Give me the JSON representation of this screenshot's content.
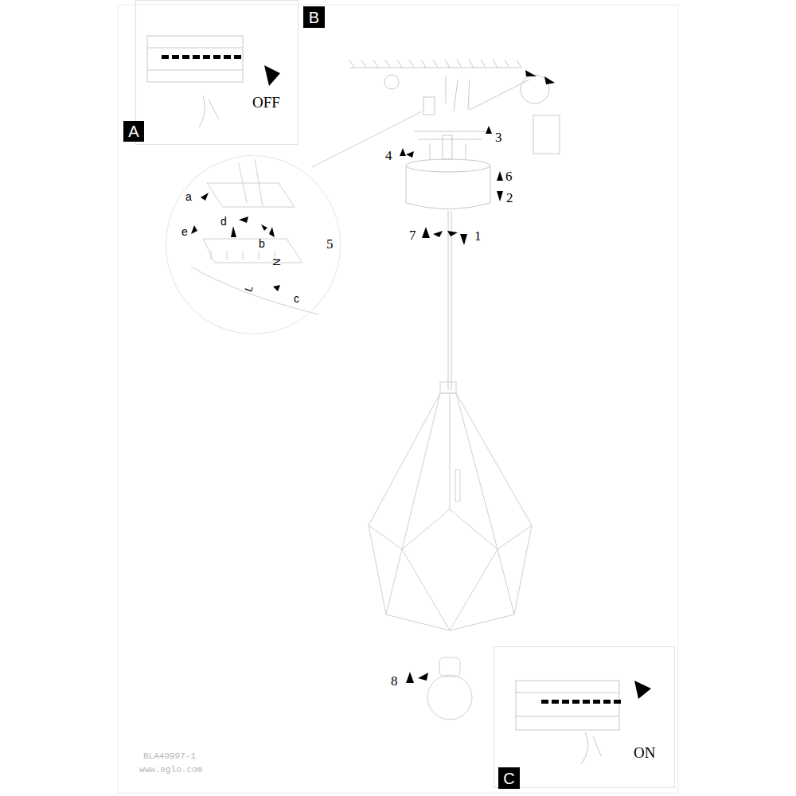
{
  "diagram": {
    "nodes": [
      {
        "text": [
          "B"
        ]
      },
      {
        "text": [
          "OFF"
        ]
      },
      {
        "text": [
          "A"
        ]
      },
      {
        "text": [
          "a",
          "d",
          "e",
          "b",
          "N",
          "L",
          "c"
        ]
      },
      {
        "text": [
          "ON"
        ]
      },
      {
        "text": [
          "C"
        ]
      }
    ],
    "labels": [
      "3",
      "4",
      "6",
      "2",
      "7",
      "1",
      "5",
      "8",
      "BLA49997-1",
      "www.eglo.com"
    ]
  }
}
